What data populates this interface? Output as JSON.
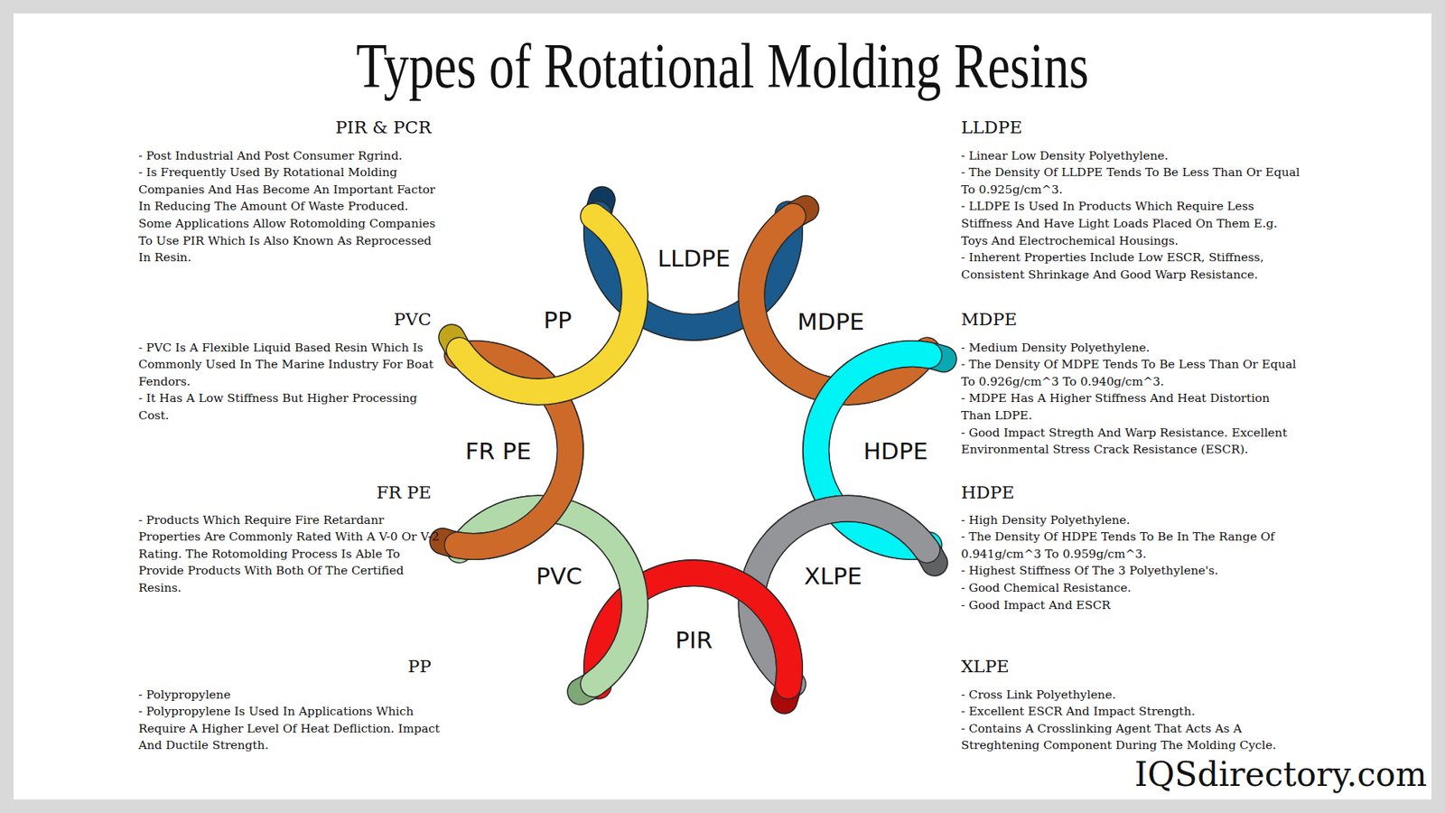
{
  "diagram": {
    "title": "Types of Rotational Molding Resins",
    "labels": [
      "LLDPE",
      "MDPE",
      "HDPE",
      "XLPE",
      "PIR",
      "PVC",
      "FR PE",
      "PP",
      "PIR & PCR",
      "- Post Industrial And Post Consumer Rgrind.",
      "- Is Frequently Used By Rotational Molding Companies And Has Become An Important Factor In Reducing The Amount Of Waste Produced. Some Applications Allow Rotomolding Companies To Use PIR Which Is Also Known As Reprocessed In Resin.",
      "PVC",
      "- PVC Is A Flexible Liquid Based Resin Which Is Commonly Used In The Marine Industry For Boat Fendors.",
      "- It Has A Low Stiffness But Higher Processing Cost.",
      "FR PE",
      "- Products Which Require Fire Retardanr Properties Are Commonly Rated With A V-0 Or V-2 Rating. The Rotomolding Process Is Able To Provide Products With Both Of The Certified Resins.",
      "PP",
      "- Polypropylene",
      "- Polypropylene Is Used In Applications Which Require A Higher Level Of Heat Defliction. Impact And Ductile Strength.",
      "LLDPE",
      "- Linear Low Density  Polyethylene.",
      "- The Density Of LLDPE Tends To Be Less Than Or Equal To 0.925g/cm^3.",
      "- LLDPE Is Used In Products Which Require Less Stiffness And Have Light Loads Placed On Them E.g. Toys And Electrochemical Housings.",
      "- Inherent Properties Include Low ESCR, Stiffness, Consistent Shrinkage And Good Warp Resistance.",
      "MDPE",
      "- Medium Density Polyethylene.",
      "- The Density Of MDPE Tends To Be Less Than Or Equal To 0.926g/cm^3 To 0.940g/cm^3.",
      "- MDPE Has A Higher Stiffness And Heat Distortion Than LDPE.",
      "- Good Impact Stregth And Warp Resistance. Excellent Environmental Stress Crack Resistance (ESCR).",
      "HDPE",
      "- High Density Polyethylene.",
      "- The Density Of HDPE Tends To Be In The Range Of 0.941g/cm^3 To 0.959g/cm^3.",
      "- Highest Stiffness Of The 3 Polyethylene's.",
      "- Good Chemical Resistance.",
      "- Good Impact And ESCR",
      "XLPE",
      "- Cross Link Polyethylene.",
      "- Excellent ESCR And Impact Strength.",
      "- Contains A Crosslinking Agent That Acts As A Streghtening Component During The Molding Cycle.",
      "IQSdirectory.com"
    ]
  }
}
